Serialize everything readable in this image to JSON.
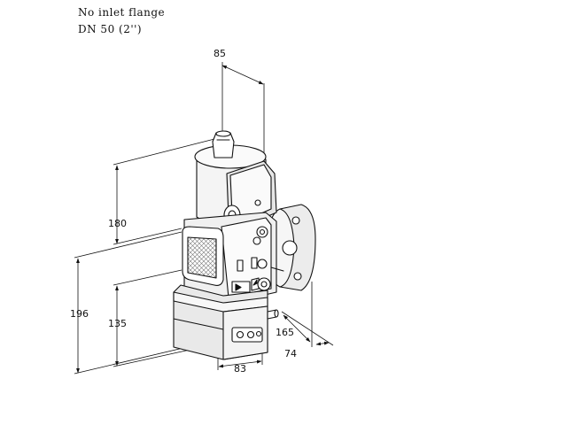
{
  "caption": {
    "line1": "No inlet flange",
    "line2": "DN 50 (2'')"
  },
  "dimensions": {
    "d85": "85",
    "d180": "180",
    "d196": "196",
    "d135": "135",
    "d165": "165",
    "d74": "74",
    "d83": "83"
  }
}
